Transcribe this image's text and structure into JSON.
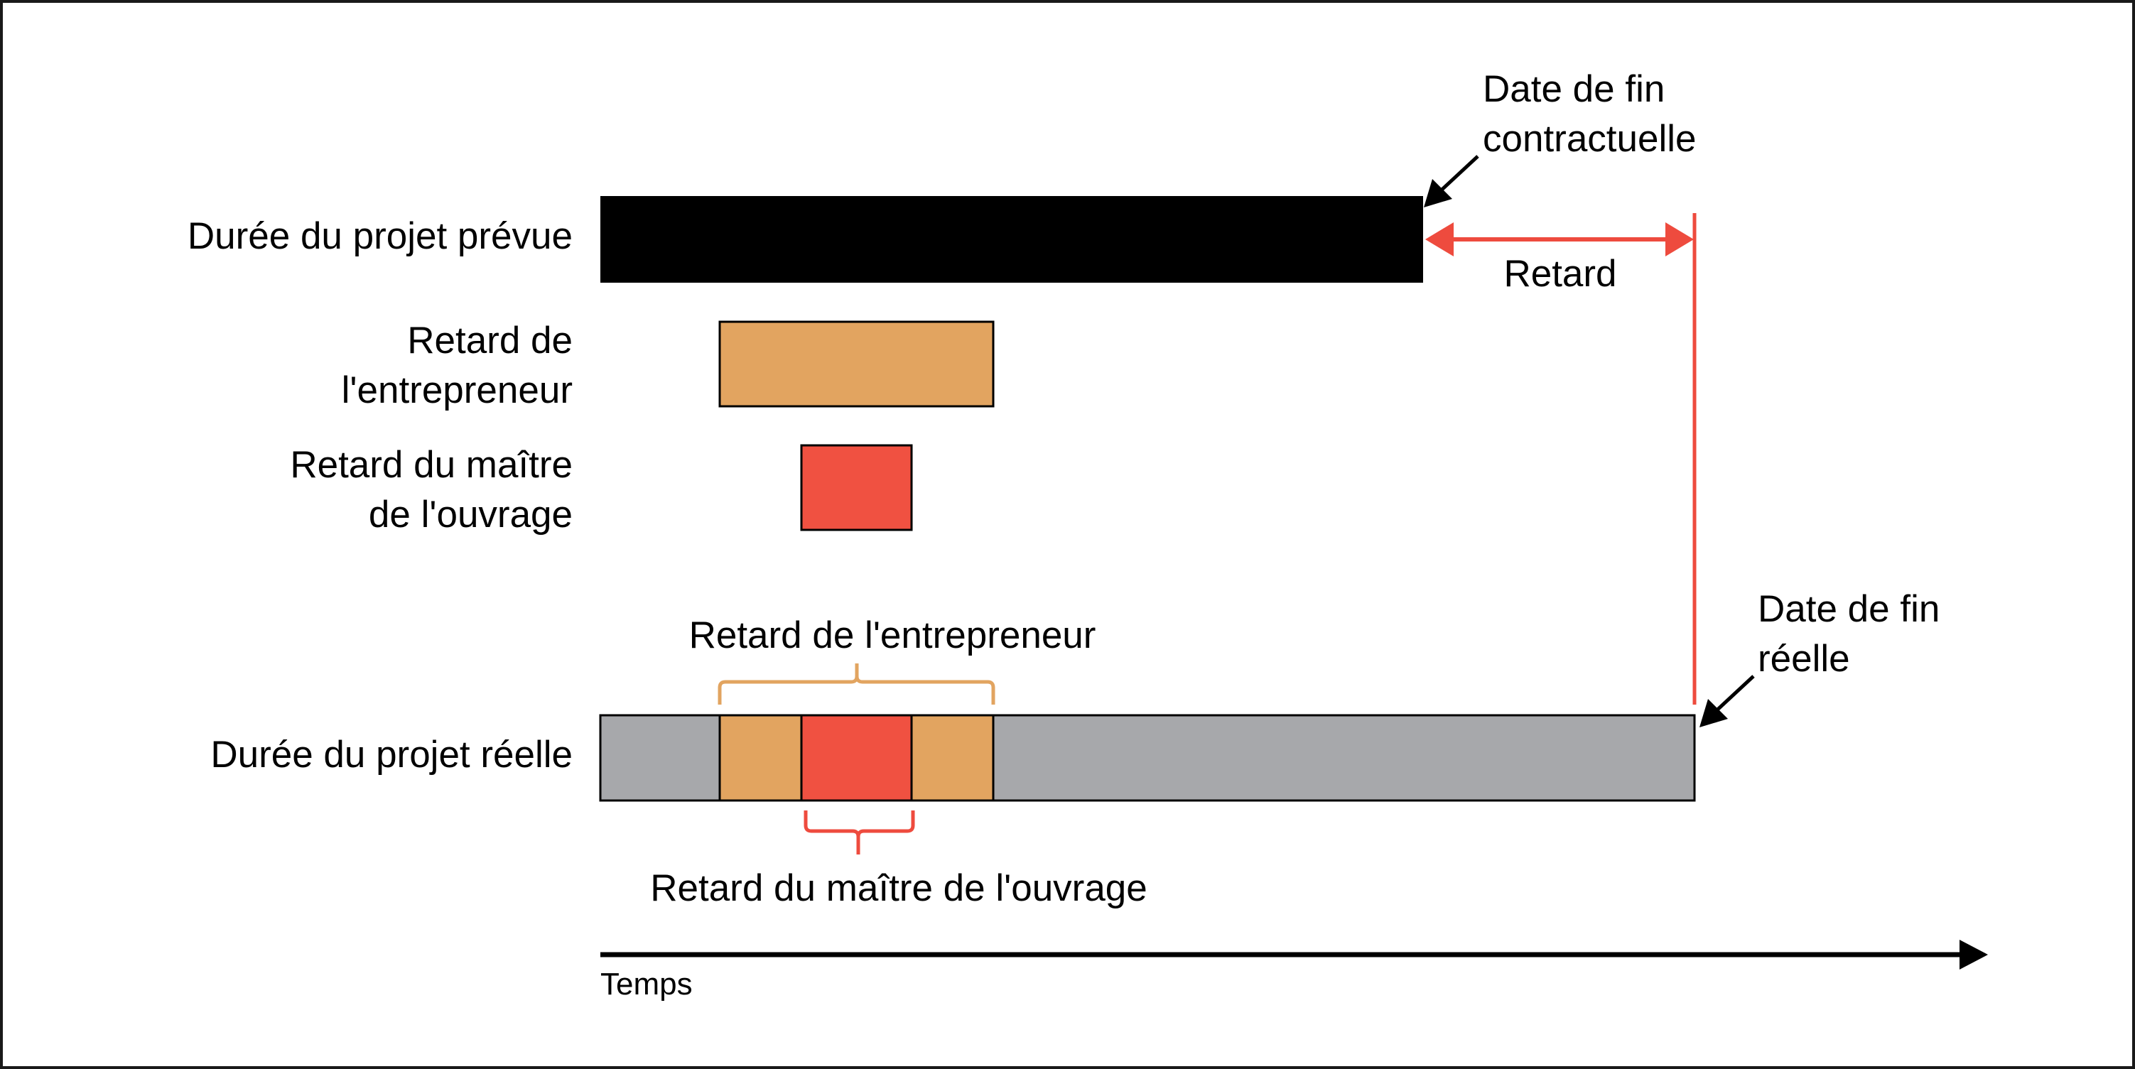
{
  "labels": {
    "planned_duration": "Durée du projet prévue",
    "contractor_delay_line1": "Retard de",
    "contractor_delay_line2": "l'entrepreneur",
    "owner_delay_line1": "Retard du maître",
    "owner_delay_line2": "de l'ouvrage",
    "actual_duration": "Durée du projet réelle"
  },
  "annotations": {
    "contract_end_line1": "Date de fin",
    "contract_end_line2": "contractuelle",
    "delay": "Retard",
    "actual_end_line1": "Date de fin",
    "actual_end_line2": "réelle",
    "contractor_delay_brace": "Retard de l'entrepreneur",
    "owner_delay_brace": "Retard du maître de l'ouvrage"
  },
  "axis": {
    "time_label": "Temps"
  },
  "colors": {
    "planned_bar": "#000000",
    "contractor_delay": "#e2a460",
    "owner_delay": "#f05141",
    "actual_bar": "#a7a8ab",
    "delay_arrow": "#ee4b3e",
    "frame": "#1a1a1a"
  }
}
